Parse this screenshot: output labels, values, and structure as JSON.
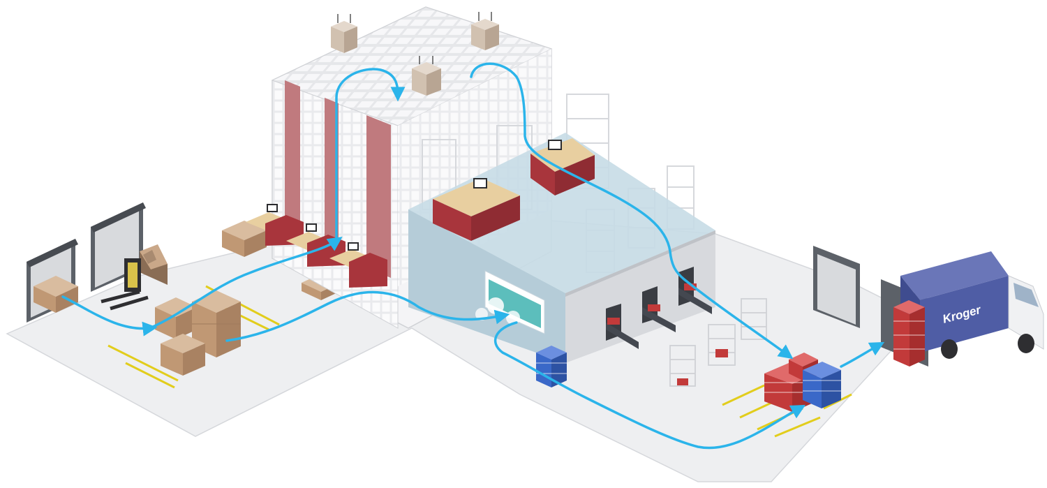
{
  "diagram": {
    "title": "",
    "components": [
      {
        "id": "receiving-dock-doors",
        "label": ""
      },
      {
        "id": "forklift",
        "label": ""
      },
      {
        "id": "inbound-pallets",
        "label": ""
      },
      {
        "id": "decant-workstations",
        "label": ""
      },
      {
        "id": "robotic-storage-grid",
        "label": ""
      },
      {
        "id": "grid-robots",
        "label": ""
      },
      {
        "id": "pick-workstations",
        "label": ""
      },
      {
        "id": "chilled-zone",
        "label": ""
      },
      {
        "id": "freezer-door",
        "label": ""
      },
      {
        "id": "dispatch-conveyors",
        "label": ""
      },
      {
        "id": "wire-carts",
        "label": ""
      },
      {
        "id": "tote-stacks",
        "label": ""
      },
      {
        "id": "shipping-dock-door",
        "label": ""
      },
      {
        "id": "delivery-truck",
        "label": "Kroger"
      }
    ],
    "flows": [
      {
        "from": "receiving-dock-doors",
        "to": "inbound-pallets"
      },
      {
        "from": "inbound-pallets",
        "to": "decant-workstations"
      },
      {
        "from": "decant-workstations",
        "to": "robotic-storage-grid"
      },
      {
        "from": "robotic-storage-grid",
        "to": "pick-workstations"
      },
      {
        "from": "pick-workstations",
        "to": "dispatch-conveyors"
      },
      {
        "from": "dispatch-conveyors",
        "to": "tote-stacks"
      },
      {
        "from": "inbound-pallets",
        "to": "freezer-door"
      },
      {
        "from": "freezer-door",
        "to": "tote-stacks"
      },
      {
        "from": "tote-stacks",
        "to": "delivery-truck"
      }
    ],
    "colors": {
      "flow": "#2bb4ea",
      "floor": "#eeeff1",
      "grid": "#e9e9ec",
      "maroon": "#a8353c",
      "column_red": "#c07a7e",
      "chilled": "#c6dbe6",
      "tote_red": "#c23a3a",
      "tote_blue": "#3a68c8",
      "truck_box": "#4f5da5",
      "cardboard": "#cfae8e",
      "door": "#5c6168",
      "stripe": "#e2cd1c"
    },
    "truck": {
      "brand": "Kroger"
    }
  }
}
